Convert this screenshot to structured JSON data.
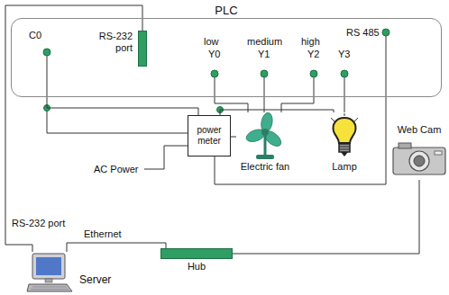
{
  "diagram": {
    "nodes": [
      {
        "text": [
          "PLC"
        ]
      },
      {
        "text": [
          "RS-232 port"
        ],
        "in": 0
      },
      {
        "text": [
          "power meter"
        ]
      },
      {
        "text": [
          "Electric fan"
        ]
      },
      {
        "text": [
          "Lamp"
        ]
      },
      {
        "text": [
          "Web Cam"
        ]
      },
      {
        "text": [
          "Server"
        ]
      },
      {
        "text": [
          "Hub"
        ]
      }
    ],
    "edges": [
      {
        "from": 6,
        "to": 1,
        "arrow": "none",
        "label": "RS-232 port"
      },
      {
        "from": 6,
        "to": 7,
        "arrow": "none",
        "label": "Ethernet"
      },
      {
        "from": 5,
        "to": 7,
        "arrow": "none"
      },
      {
        "from": 0,
        "to": 3,
        "arrow": "none"
      },
      {
        "from": 0,
        "to": 3,
        "arrow": "none"
      },
      {
        "from": 0,
        "to": 3,
        "arrow": "none"
      },
      {
        "from": 0,
        "to": 4,
        "arrow": "none"
      },
      {
        "from": 0,
        "to": 2,
        "arrow": "none"
      },
      {
        "from": 2,
        "to": 0,
        "arrow": "none"
      },
      {
        "from": 2,
        "to": 3,
        "arrow": "none"
      },
      {
        "from": 2,
        "to": 4,
        "arrow": "none"
      }
    ],
    "labels": [
      "C0",
      "low",
      "Y0",
      "medium",
      "Y1",
      "high",
      "Y2",
      "Y3",
      "RS 485",
      "AC Power"
    ]
  }
}
